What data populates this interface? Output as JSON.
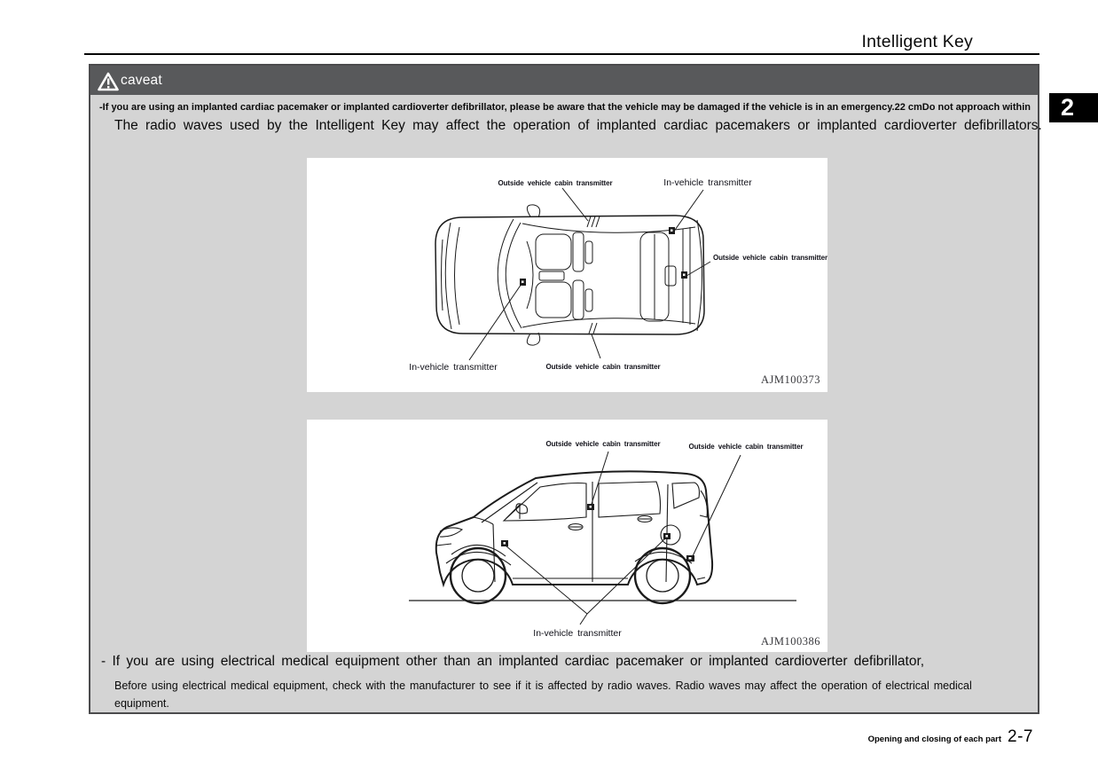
{
  "header": {
    "title": "Intelligent Key"
  },
  "side_tab": {
    "label": "2"
  },
  "caveat": {
    "title": "caveat",
    "line_small": "-If you are using an implanted cardiac pacemaker or implanted cardioverter defibrillator, please be aware that the vehicle may be damaged if the vehicle is in an emergency.22 cmDo not approach within",
    "line_main": "The radio waves used by the Intelligent Key may affect the operation of implanted cardiac pacemakers or implanted cardioverter defibrillators.",
    "item2_title": "- If you are using electrical medical equipment other than an implanted cardiac pacemaker or implanted cardioverter defibrillator,",
    "item2_body": "Before using electrical medical equipment, check with the manufacturer to see if it is affected by radio waves. Radio waves may affect the operation of electrical medical equipment."
  },
  "figure1": {
    "code": "AJM100373",
    "label_top_outside": "Outside vehicle cabin transmitter",
    "label_top_right_invehicle": "In-vehicle transmitter",
    "label_right_outside": "Outside vehicle cabin transmitter",
    "label_bottom_left_invehicle": "In-vehicle transmitter",
    "label_bottom_outside": "Outside vehicle cabin transmitter"
  },
  "figure2": {
    "code": "AJM100386",
    "label_top_outside": "Outside vehicle cabin transmitter",
    "label_top_right_outside": "Outside vehicle cabin transmitter",
    "label_bottom_invehicle": "In-vehicle transmitter"
  },
  "footer": {
    "section": "Opening and closing of each part",
    "page": "2-7"
  },
  "colors": {
    "caveat_header_bg": "#58595B",
    "caveat_body_bg": "#D4D4D4",
    "caveat_border": "#4B4B4D",
    "tab_bg": "#000000"
  }
}
